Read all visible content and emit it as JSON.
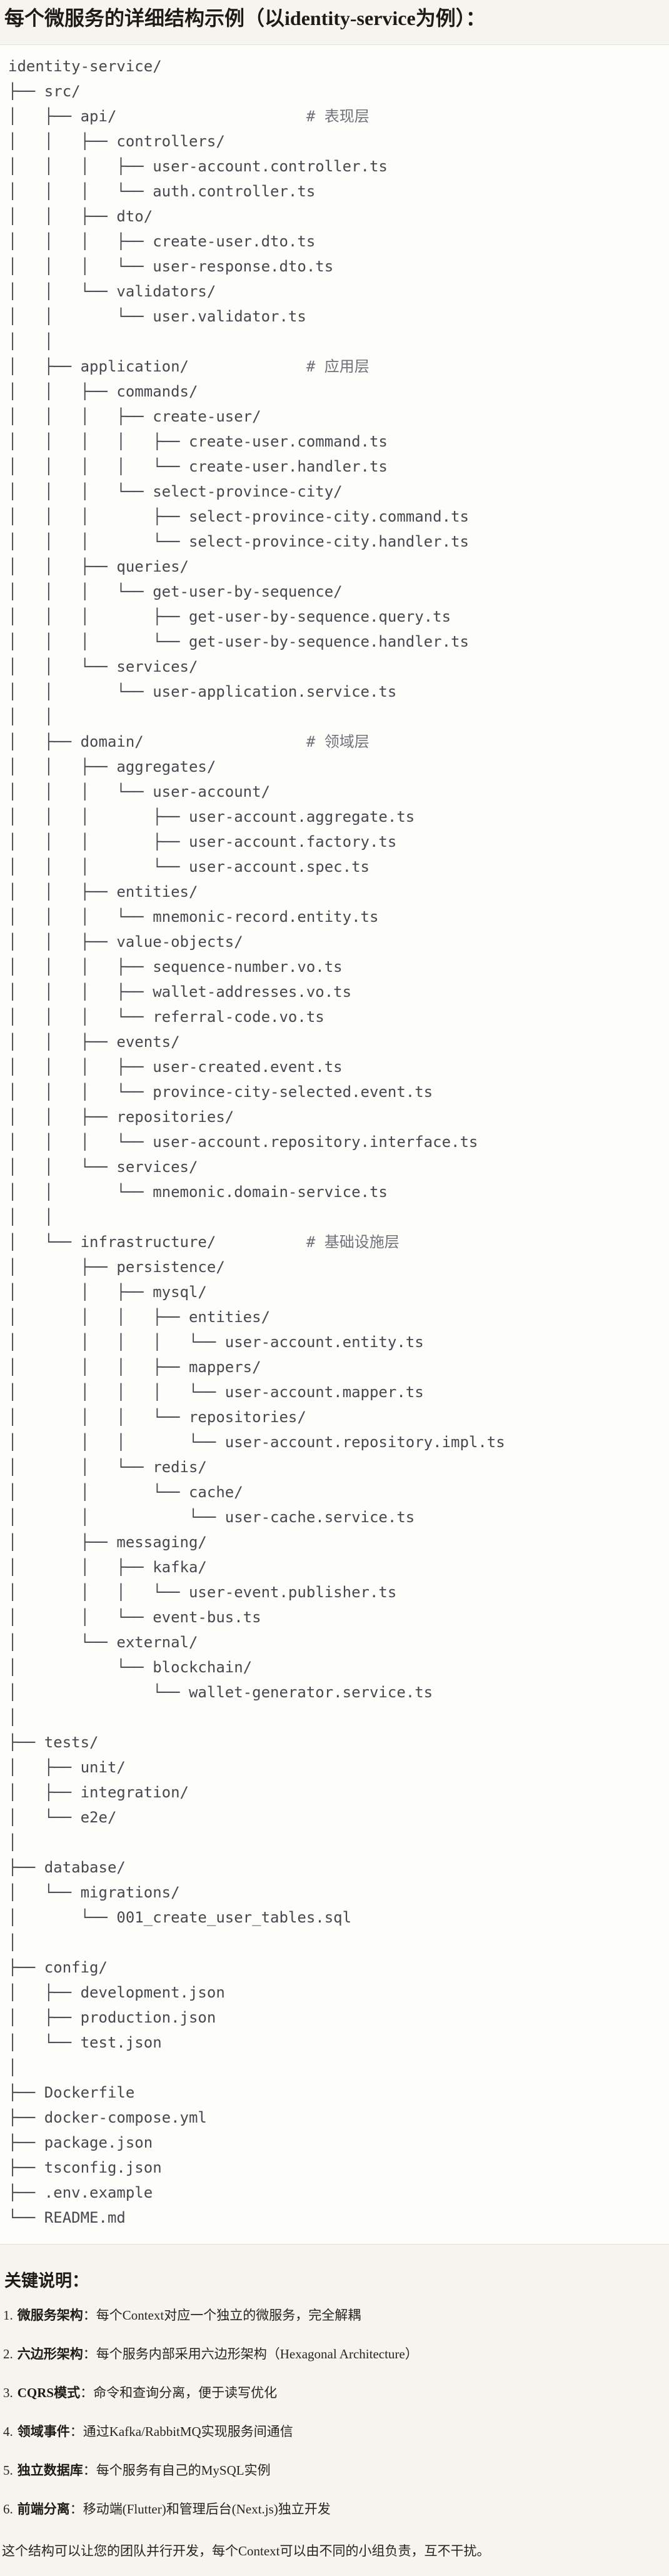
{
  "title": "每个微服务的详细结构示例（以identity-service为例）：",
  "tree": {
    "lines": [
      [
        "identity-service/"
      ],
      [
        "├── src/"
      ],
      [
        "│   ├── api/                     ",
        "# 表现层"
      ],
      [
        "│   │   ├── controllers/"
      ],
      [
        "│   │   │   ├── user-account.controller.ts"
      ],
      [
        "│   │   │   └── auth.controller.ts"
      ],
      [
        "│   │   ├── dto/"
      ],
      [
        "│   │   │   ├── create-user.dto.ts"
      ],
      [
        "│   │   │   └── user-response.dto.ts"
      ],
      [
        "│   │   └── validators/"
      ],
      [
        "│   │       └── user.validator.ts"
      ],
      [
        "│   │"
      ],
      [
        "│   ├── application/             ",
        "# 应用层"
      ],
      [
        "│   │   ├── commands/"
      ],
      [
        "│   │   │   ├── create-user/"
      ],
      [
        "│   │   │   │   ├── create-user.command.ts"
      ],
      [
        "│   │   │   │   └── create-user.handler.ts"
      ],
      [
        "│   │   │   └── select-province-city/"
      ],
      [
        "│   │   │       ├── select-province-city.command.ts"
      ],
      [
        "│   │   │       └── select-province-city.handler.ts"
      ],
      [
        "│   │   ├── queries/"
      ],
      [
        "│   │   │   └── get-user-by-sequence/"
      ],
      [
        "│   │   │       ├── get-user-by-sequence.query.ts"
      ],
      [
        "│   │   │       └── get-user-by-sequence.handler.ts"
      ],
      [
        "│   │   └── services/"
      ],
      [
        "│   │       └── user-application.service.ts"
      ],
      [
        "│   │"
      ],
      [
        "│   ├── domain/                  ",
        "# 领域层"
      ],
      [
        "│   │   ├── aggregates/"
      ],
      [
        "│   │   │   └── user-account/"
      ],
      [
        "│   │   │       ├── user-account.aggregate.ts"
      ],
      [
        "│   │   │       ├── user-account.factory.ts"
      ],
      [
        "│   │   │       └── user-account.spec.ts"
      ],
      [
        "│   │   ├── entities/"
      ],
      [
        "│   │   │   └── mnemonic-record.entity.ts"
      ],
      [
        "│   │   ├── value-objects/"
      ],
      [
        "│   │   │   ├── sequence-number.vo.ts"
      ],
      [
        "│   │   │   ├── wallet-addresses.vo.ts"
      ],
      [
        "│   │   │   └── referral-code.vo.ts"
      ],
      [
        "│   │   ├── events/"
      ],
      [
        "│   │   │   ├── user-created.event.ts"
      ],
      [
        "│   │   │   └── province-city-selected.event.ts"
      ],
      [
        "│   │   ├── repositories/"
      ],
      [
        "│   │   │   └── user-account.repository.interface.ts"
      ],
      [
        "│   │   └── services/"
      ],
      [
        "│   │       └── mnemonic.domain-service.ts"
      ],
      [
        "│   │"
      ],
      [
        "│   └── infrastructure/          ",
        "# 基础设施层"
      ],
      [
        "│       ├── persistence/"
      ],
      [
        "│       │   ├── mysql/"
      ],
      [
        "│       │   │   ├── entities/"
      ],
      [
        "│       │   │   │   └── user-account.entity.ts"
      ],
      [
        "│       │   │   ├── mappers/"
      ],
      [
        "│       │   │   │   └── user-account.mapper.ts"
      ],
      [
        "│       │   │   └── repositories/"
      ],
      [
        "│       │   │       └── user-account.repository.impl.ts"
      ],
      [
        "│       │   └── redis/"
      ],
      [
        "│       │       └── cache/"
      ],
      [
        "│       │           └── user-cache.service.ts"
      ],
      [
        "│       ├── messaging/"
      ],
      [
        "│       │   ├── kafka/"
      ],
      [
        "│       │   │   └── user-event.publisher.ts"
      ],
      [
        "│       │   └── event-bus.ts"
      ],
      [
        "│       └── external/"
      ],
      [
        "│           └── blockchain/"
      ],
      [
        "│               └── wallet-generator.service.ts"
      ],
      [
        "│"
      ],
      [
        "├── tests/"
      ],
      [
        "│   ├── unit/"
      ],
      [
        "│   ├── integration/"
      ],
      [
        "│   └── e2e/"
      ],
      [
        "│"
      ],
      [
        "├── database/"
      ],
      [
        "│   └── migrations/"
      ],
      [
        "│       └── 001_create_user_tables.sql"
      ],
      [
        "│"
      ],
      [
        "├── config/"
      ],
      [
        "│   ├── development.json"
      ],
      [
        "│   ├── production.json"
      ],
      [
        "│   └── test.json"
      ],
      [
        "│"
      ],
      [
        "├── Dockerfile"
      ],
      [
        "├── docker-compose.yml"
      ],
      [
        "├── package.json"
      ],
      [
        "├── tsconfig.json"
      ],
      [
        "├── .env.example"
      ],
      [
        "└── README.md"
      ]
    ]
  },
  "notes": {
    "heading": "关键说明：",
    "items": [
      {
        "num": "1.",
        "term": "微服务架构",
        "sep": "：",
        "text": "每个Context对应一个独立的微服务，完全解耦"
      },
      {
        "num": "2.",
        "term": "六边形架构",
        "sep": "：",
        "text": "每个服务内部采用六边形架构（Hexagonal Architecture）"
      },
      {
        "num": "3.",
        "term": "CQRS模式",
        "sep": "：",
        "text": "命令和查询分离，便于读写优化"
      },
      {
        "num": "4.",
        "term": "领域事件",
        "sep": "：",
        "text": "通过Kafka/RabbitMQ实现服务间通信"
      },
      {
        "num": "5.",
        "term": "独立数据库",
        "sep": "：",
        "text": "每个服务有自己的MySQL实例"
      },
      {
        "num": "6.",
        "term": "前端分离",
        "sep": "：",
        "text": "移动端(Flutter)和管理后台(Next.js)独立开发"
      }
    ]
  },
  "closing": "这个结构可以让您的团队并行开发，每个Context可以由不同的小组负责，互不干扰。",
  "colors": {
    "page_bg": "#f5f4ee",
    "code_bg": "#fdfdfa",
    "code_border": "#e3e1d9",
    "code_text": "#45484e",
    "comment_text": "#6f737a",
    "heading_text": "#1c1b18",
    "body_text": "#26241f"
  }
}
